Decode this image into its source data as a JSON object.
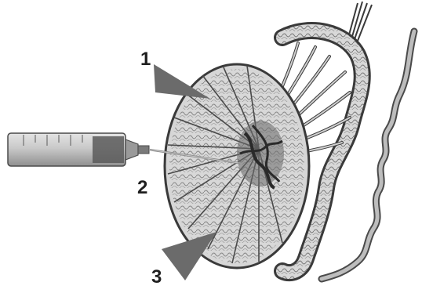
{
  "labels": {
    "one": "1",
    "two": "2",
    "three": "3"
  },
  "colors": {
    "background": "#ffffff",
    "arrow": "#6b6b6b",
    "outline": "#3a3a3a",
    "testis_fill": "#d6d6d6",
    "lobule_fill": "#b9b9b9",
    "syringe_barrel": "#bdbdbd",
    "syringe_liquid": "#5a5a5a",
    "needle": "#8a8a8a",
    "label_text": "#1f1f1f"
  },
  "icons": {
    "syringe": "syringe-icon",
    "arrow": "triangle-arrow-icon"
  }
}
